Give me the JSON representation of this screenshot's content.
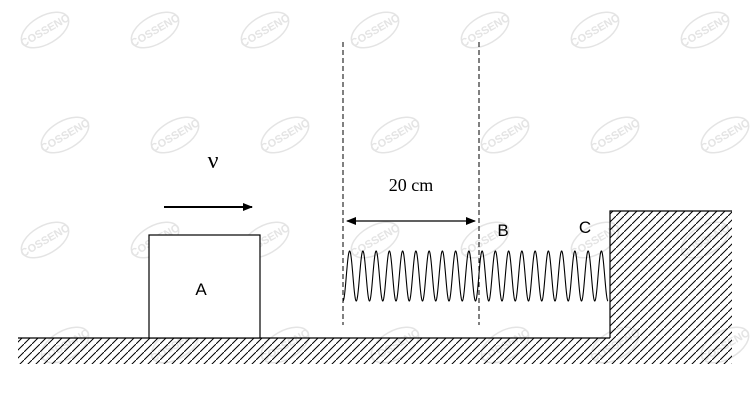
{
  "diagram": {
    "velocity_symbol": "ν",
    "block_label": "A",
    "distance_label": "20 cm",
    "point_b_label": "B",
    "point_c_label": "C"
  },
  "watermark": {
    "text": "COSSENO"
  },
  "colors": {
    "stroke": "#000000",
    "watermark": "#e4e4e4",
    "background": "#ffffff"
  }
}
